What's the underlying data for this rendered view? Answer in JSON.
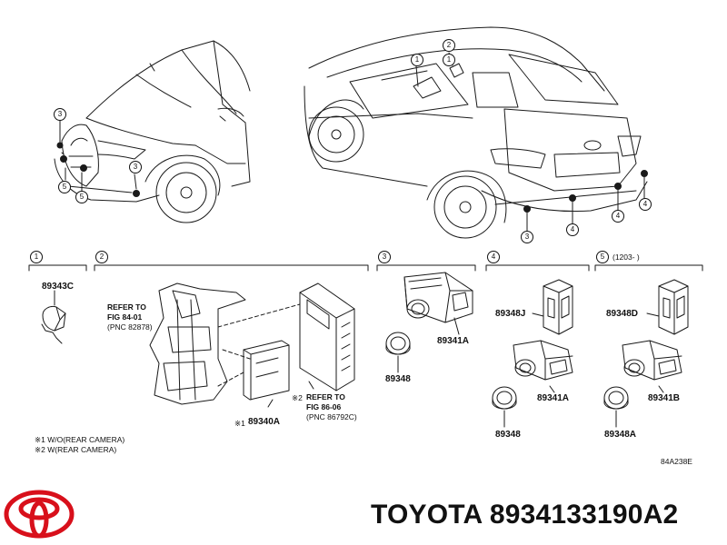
{
  "callouts": {
    "c1": "1",
    "c2": "2",
    "c3": "3",
    "c4": "4",
    "c5": "5"
  },
  "section_headers": {
    "s1": "1",
    "s2": "2",
    "s3": "3",
    "s4": "4",
    "s5": "5",
    "s5_note": "(1203-      )"
  },
  "parts": {
    "p89343C": "89343C",
    "p89340A": "89340A",
    "p89348_a": "89348",
    "p89341A_a": "89341A",
    "p89348J": "89348J",
    "p89341A_b": "89341A",
    "p89348_b": "89348",
    "p89348D": "89348D",
    "p89341B": "89341B",
    "p89348A": "89348A"
  },
  "refs": {
    "refer1_line1": "REFER TO",
    "refer1_line2": "FIG 84-01",
    "refer1_line3": "(PNC 82878)",
    "refer2_line1": "REFER TO",
    "refer2_line2": "FIG 86-06",
    "refer2_line3": "(PNC 86792C)",
    "mark1": "※1",
    "mark2": "※2"
  },
  "notes": {
    "n1": "※1 W/O(REAR CAMERA)",
    "n2": "※2 W(REAR CAMERA)"
  },
  "diagram_code": "84A238E",
  "brand_line": "TOYOTA 8934133190A2",
  "colors": {
    "line": "#1a1a1a",
    "logo": "#d8101b"
  },
  "icons": {
    "logo": "toyota-logo-icon"
  }
}
